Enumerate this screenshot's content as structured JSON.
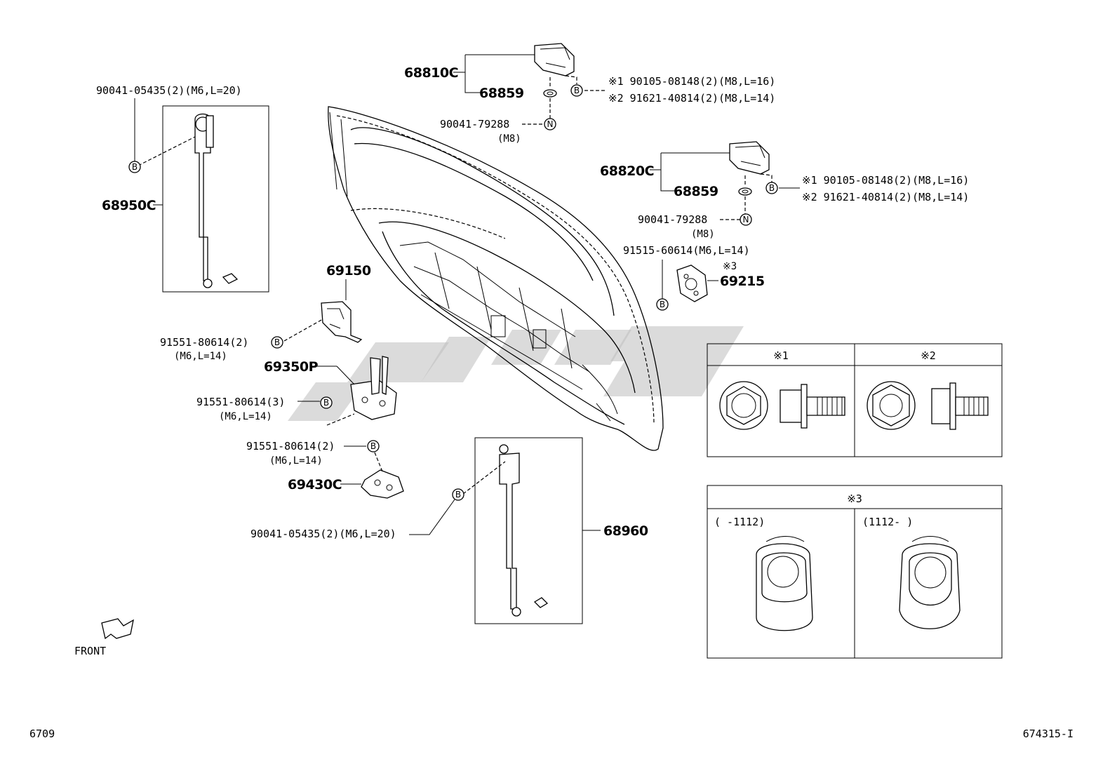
{
  "parts": {
    "p68810c": "68810C",
    "p68859_a": "68859",
    "fastener_9004179288_a": "90041-79288",
    "fastener_9004179288_a_size": "(M8)",
    "note1_a": "※1 90105-08148(2)(M8,L=16)",
    "note2_a": "※2 91621-40814(2)(M8,L=14)",
    "p68820c": "68820C",
    "p68859_b": "68859",
    "fastener_9004179288_b": "90041-79288",
    "fastener_9004179288_b_size": "(M8)",
    "note1_b": "※1 90105-08148(2)(M8,L=16)",
    "note2_b": "※2 91621-40814(2)(M8,L=14)",
    "fastener_9151560614": "91515-60614(M6,L=14)",
    "mark3": "※3",
    "p69215": "69215",
    "fastener_9004105435_top": "90041-05435(2)(M6,L=20)",
    "p68950c": "68950C",
    "p69150": "69150",
    "fastener_9155180614_a": "91551-80614(2)",
    "fastener_9155180614_a_size": "(M6,L=14)",
    "p69350p": "69350P",
    "fastener_9155180614_b": "91551-80614(3)",
    "fastener_9155180614_b_size": "(M6,L=14)",
    "fastener_9155180614_c": "91551-80614(2)",
    "fastener_9155180614_c_size": "(M6,L=14)",
    "p69430c": "69430C",
    "fastener_9004105435_bottom": "90041-05435(2)(M6,L=20)",
    "p68960": "68960"
  },
  "markers": {
    "b": "B",
    "n": "N"
  },
  "insets": {
    "box12": {
      "left_title": "※1",
      "right_title": "※2"
    },
    "box3": {
      "title": "※3",
      "left_range": "(       -1112)",
      "right_range": "(1112-       )"
    }
  },
  "footer": {
    "front": "FRONT",
    "left_code": "6709",
    "right_code": "674315-I"
  }
}
